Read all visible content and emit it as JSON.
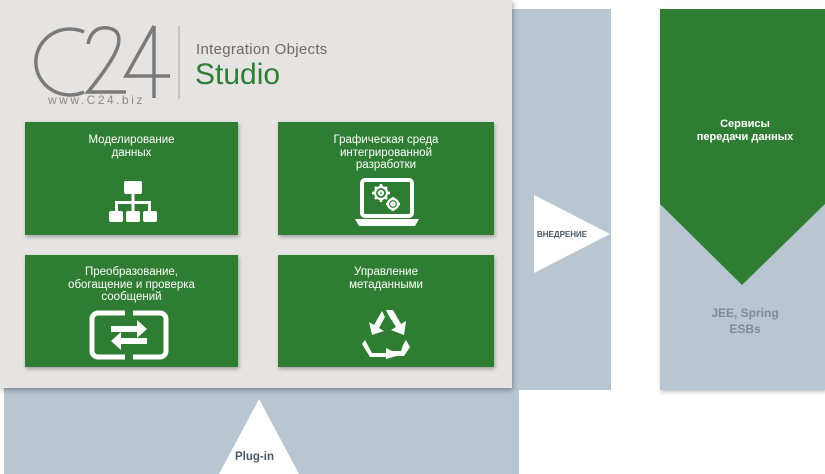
{
  "logo": {
    "website": "www.C24.biz",
    "subtitle": "Integration Objects",
    "title": "Studio"
  },
  "tiles": [
    {
      "label_lines": [
        "Моделирование",
        "данных"
      ],
      "icon": "hierarchy-icon"
    },
    {
      "label_lines": [
        "Графическая среда",
        "интегрированной",
        "разработки"
      ],
      "icon": "laptop-gears-icon"
    },
    {
      "label_lines": [
        "Преобразование,",
        "обогащение и проверка",
        "сообщений"
      ],
      "icon": "transform-arrows-icon"
    },
    {
      "label_lines": [
        "Управление",
        "метаданными"
      ],
      "icon": "recycle-icon"
    }
  ],
  "deployment_arrow": {
    "label": "ВНЕДРЕНИЕ"
  },
  "services": {
    "title_lines": [
      "Сервисы",
      "передачи данных"
    ],
    "platform_lines": [
      "JEE, Spring",
      "ESBs"
    ]
  },
  "plugin_arrow": {
    "label": "Plug-in"
  },
  "colors": {
    "green": "#2f7d32",
    "panel_blue": "#b8c6d1",
    "panel_gray": "#e5e4e3"
  }
}
